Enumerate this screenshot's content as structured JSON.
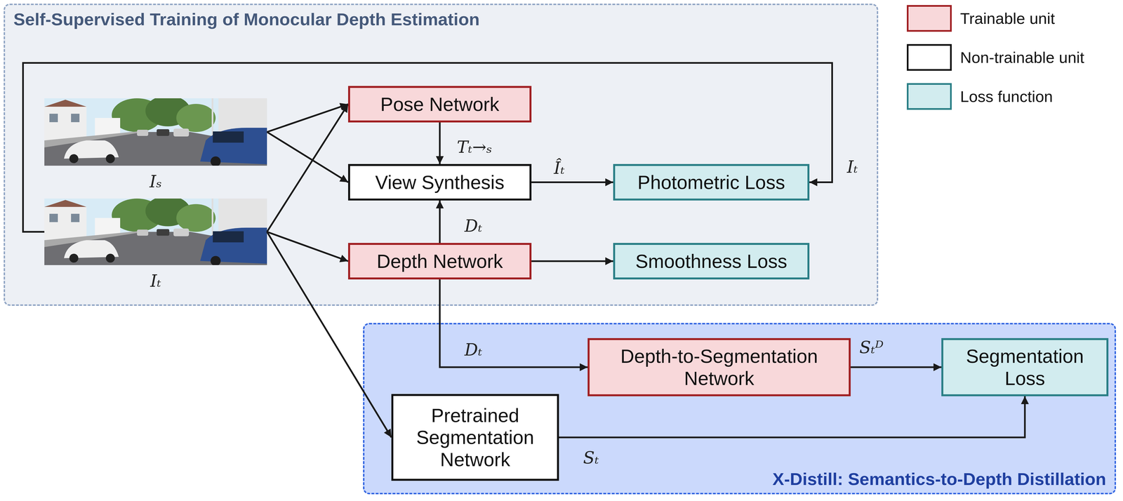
{
  "diagram": {
    "nodes": [
      {
        "text": [
          "Self-Supervised Training of Monocular Depth Estimation"
        ]
      },
      {
        "text": [
          "Iₛ"
        ],
        "in": 0
      },
      {
        "text": [
          "Iₜ"
        ],
        "in": 0
      },
      {
        "text": [
          "Pose Network"
        ],
        "in": 0
      },
      {
        "text": [
          "View Synthesis"
        ],
        "in": 0
      },
      {
        "text": [
          "Photometric Loss"
        ],
        "in": 0
      },
      {
        "text": [
          "Depth Network"
        ],
        "in": 0
      },
      {
        "text": [
          "Smoothness Loss"
        ],
        "in": 0
      },
      {
        "text": [
          "X-Distill: Semantics-to-Depth Distillation"
        ]
      },
      {
        "text": [
          "Depth-to-Segmentation Network"
        ],
        "in": 8
      },
      {
        "text": [
          "Segmentation Loss"
        ],
        "in": 8
      },
      {
        "text": [
          "Pretrained Segmentation Network"
        ],
        "in": 8
      }
    ],
    "edges": [
      {
        "from": 1,
        "to": 3,
        "arrow": "to"
      },
      {
        "from": 1,
        "to": 4,
        "arrow": "to"
      },
      {
        "from": 2,
        "to": 3,
        "arrow": "to"
      },
      {
        "from": 2,
        "to": 6,
        "arrow": "to"
      },
      {
        "from": 2,
        "to": 11,
        "arrow": "to"
      },
      {
        "from": 2,
        "to": 5,
        "label": "Iₜ",
        "arrow": "to"
      },
      {
        "from": 3,
        "to": 4,
        "label": "Tₜ→ₛ",
        "arrow": "to"
      },
      {
        "from": 4,
        "to": 5,
        "label": "Îₜ",
        "arrow": "to"
      },
      {
        "from": 6,
        "to": 4,
        "label": "Dₜ",
        "arrow": "to"
      },
      {
        "from": 6,
        "to": 7,
        "arrow": "to"
      },
      {
        "from": 6,
        "to": 9,
        "label": "Dₜ",
        "arrow": "to"
      },
      {
        "from": 9,
        "to": 10,
        "label": "Sₜᴰ",
        "arrow": "to"
      },
      {
        "from": 11,
        "to": 10,
        "label": "Sₜ",
        "arrow": "to"
      }
    ],
    "legend": [
      {
        "text": "Trainable unit",
        "color": "#f8d8da"
      },
      {
        "text": "Non-trainable unit",
        "color": "#ffffff"
      },
      {
        "text": "Loss function",
        "color": "#d2ecef"
      }
    ]
  }
}
